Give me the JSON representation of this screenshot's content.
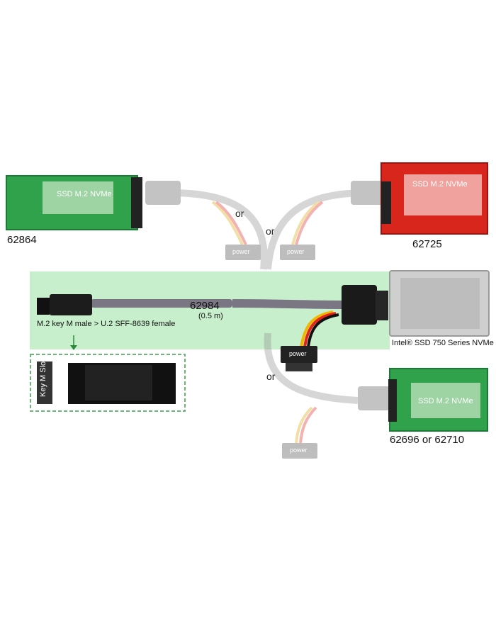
{
  "products": {
    "top_left": {
      "id": "62864",
      "ssd_label": "SSD M.2 NVMe"
    },
    "top_right": {
      "id": "62725",
      "ssd_label": "SSD M.2 NVMe"
    },
    "bottom_right": {
      "id": "62696 or 62710",
      "ssd_label": "SSD M.2 NVMe"
    },
    "drive": {
      "caption": "Intel® SSD 750 Series NVMe"
    }
  },
  "cable": {
    "id": "62984",
    "length": "(0.5 m)",
    "description": "M.2 key M male > U.2 SFF-8639 female"
  },
  "inset": {
    "slot_label": "Key M Slot"
  },
  "connectors": {
    "or": "or",
    "power": "power"
  },
  "colors": {
    "highlight": "#c7efcb",
    "pcb_green": "#2fa24b",
    "pcb_red": "#d9261c",
    "inset_border": "#3a9a4a"
  }
}
